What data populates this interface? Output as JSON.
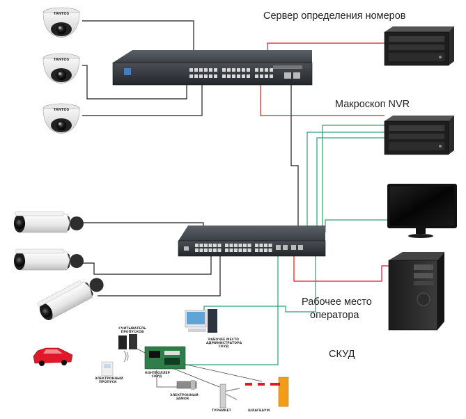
{
  "labels": {
    "server": "Сервер определения номеров",
    "nvr": "Макроскоп NVR",
    "workstation_line1": "Рабочее место",
    "workstation_line2": "оператора",
    "skud": "СКУД"
  },
  "camera_brand": "TANTOS",
  "skud_small_labels": {
    "reader": "СЧИТЫВАТЕЛЬ ПРОПУСКОВ",
    "admin_pc": "РАБОЧЕЕ МЕСТО АДМИНИСТРАТОРА СКУД",
    "pass": "ЭЛЕКТРОННЫЙ ПРОПУСК",
    "controller": "КОНТРОЛЛЕР СКУД",
    "lock": "ЭЛЕКТРОННЫЙ ЗАМОК",
    "turnstile": "ТУРНИКЕТ",
    "barrier": "ШЛАГБАУМ"
  },
  "colors": {
    "black_line": "#1a1a1a",
    "red_line": "#e0182a",
    "green_line": "#2aa173"
  }
}
